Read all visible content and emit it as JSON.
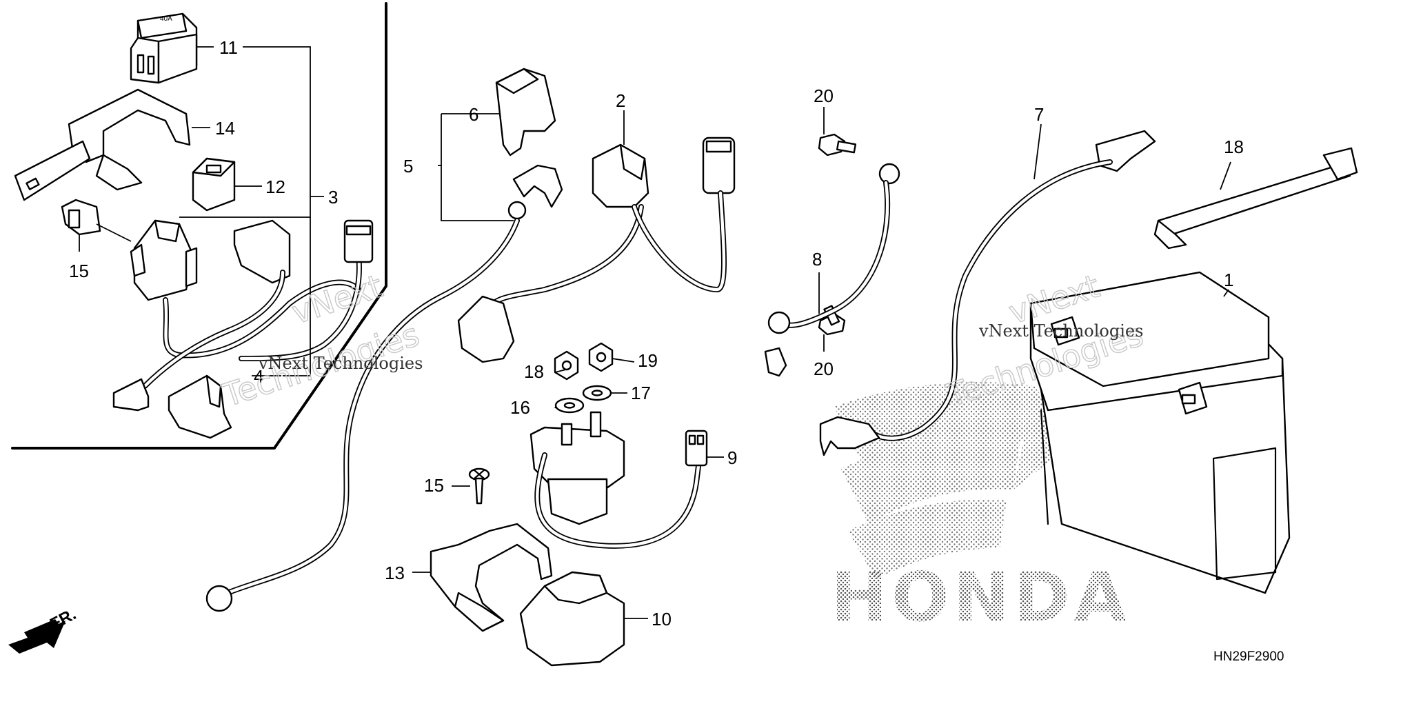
{
  "diagram": {
    "callouts": [
      {
        "id": "c1",
        "text": "1"
      },
      {
        "id": "c2",
        "text": "2"
      },
      {
        "id": "c3",
        "text": "3"
      },
      {
        "id": "c4",
        "text": "4"
      },
      {
        "id": "c5",
        "text": "5"
      },
      {
        "id": "c6",
        "text": "6"
      },
      {
        "id": "c7",
        "text": "7"
      },
      {
        "id": "c8",
        "text": "8"
      },
      {
        "id": "c9",
        "text": "9"
      },
      {
        "id": "c10",
        "text": "10"
      },
      {
        "id": "c11",
        "text": "11"
      },
      {
        "id": "c12",
        "text": "12"
      },
      {
        "id": "c13",
        "text": "13"
      },
      {
        "id": "c14",
        "text": "14"
      },
      {
        "id": "c15a",
        "text": "15"
      },
      {
        "id": "c15b",
        "text": "15"
      },
      {
        "id": "c16",
        "text": "16"
      },
      {
        "id": "c17",
        "text": "17"
      },
      {
        "id": "c18a",
        "text": "18"
      },
      {
        "id": "c18b",
        "text": "18"
      },
      {
        "id": "c19",
        "text": "19"
      },
      {
        "id": "c20a",
        "text": "20"
      },
      {
        "id": "c20b",
        "text": "20"
      }
    ],
    "direction_label": "FR.",
    "diagram_code": "HN29F2900",
    "relay_marking": "40A",
    "background_brand": "HONDA",
    "watermarks": [
      {
        "id": "wm1",
        "text": "vNext"
      },
      {
        "id": "wm2",
        "text": "Technologies"
      },
      {
        "id": "wm3",
        "text": "vNext Technologies"
      },
      {
        "id": "wm4",
        "text": "vNext"
      },
      {
        "id": "wm5",
        "text": "Technologies"
      },
      {
        "id": "wm6",
        "text": "vNext Technologies"
      }
    ]
  }
}
